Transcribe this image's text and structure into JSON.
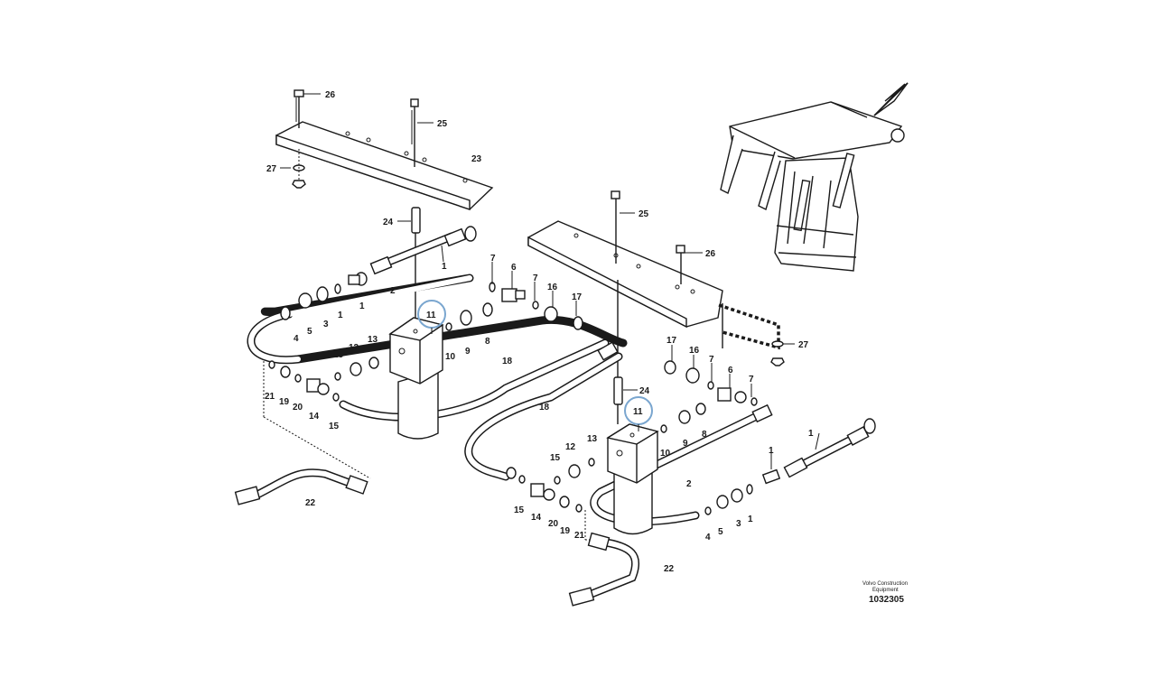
{
  "diagram": {
    "highlight_color": "#7aa6cf",
    "line_color": "#1a1a1a",
    "labels": {
      "l26a": "26",
      "l25a": "25",
      "l23": "23",
      "l27a": "27",
      "l24a": "24",
      "l1a": "1",
      "l2a": "2",
      "l7a": "7",
      "l6a": "6",
      "l7b": "7",
      "l16a": "16",
      "l17a": "17",
      "l11a": "11",
      "l3a": "3",
      "l1b": "1",
      "l1c": "1",
      "l4a": "4",
      "l5a": "5",
      "l13a": "13",
      "l10a": "10",
      "l9a": "9",
      "l8a": "8",
      "l12a": "12",
      "l15a": "15",
      "l18a": "18",
      "l21a": "21",
      "l19a": "19",
      "l20a": "20",
      "l14a": "14",
      "l15b": "15",
      "l22a": "22",
      "l25b": "25",
      "l26b": "26",
      "l27b": "27",
      "l24b": "24",
      "l17b": "17",
      "l16b": "16",
      "l7c": "7",
      "l6b": "6",
      "l7d": "7",
      "l11b": "11",
      "l18b": "18",
      "l10b": "10",
      "l9b": "9",
      "l8b": "8",
      "l15c": "15",
      "l12b": "12",
      "l13b": "13",
      "l2b": "2",
      "l1d": "1",
      "l1e": "1",
      "l14b": "14",
      "l20b": "20",
      "l19b": "19",
      "l21b": "21",
      "l22b": "22",
      "l4b": "4",
      "l5b": "5",
      "l3b": "3",
      "l1f": "1"
    }
  },
  "footer": {
    "company": "Volvo Construction",
    "company2": "Equipment",
    "drawing_number": "1032305"
  }
}
